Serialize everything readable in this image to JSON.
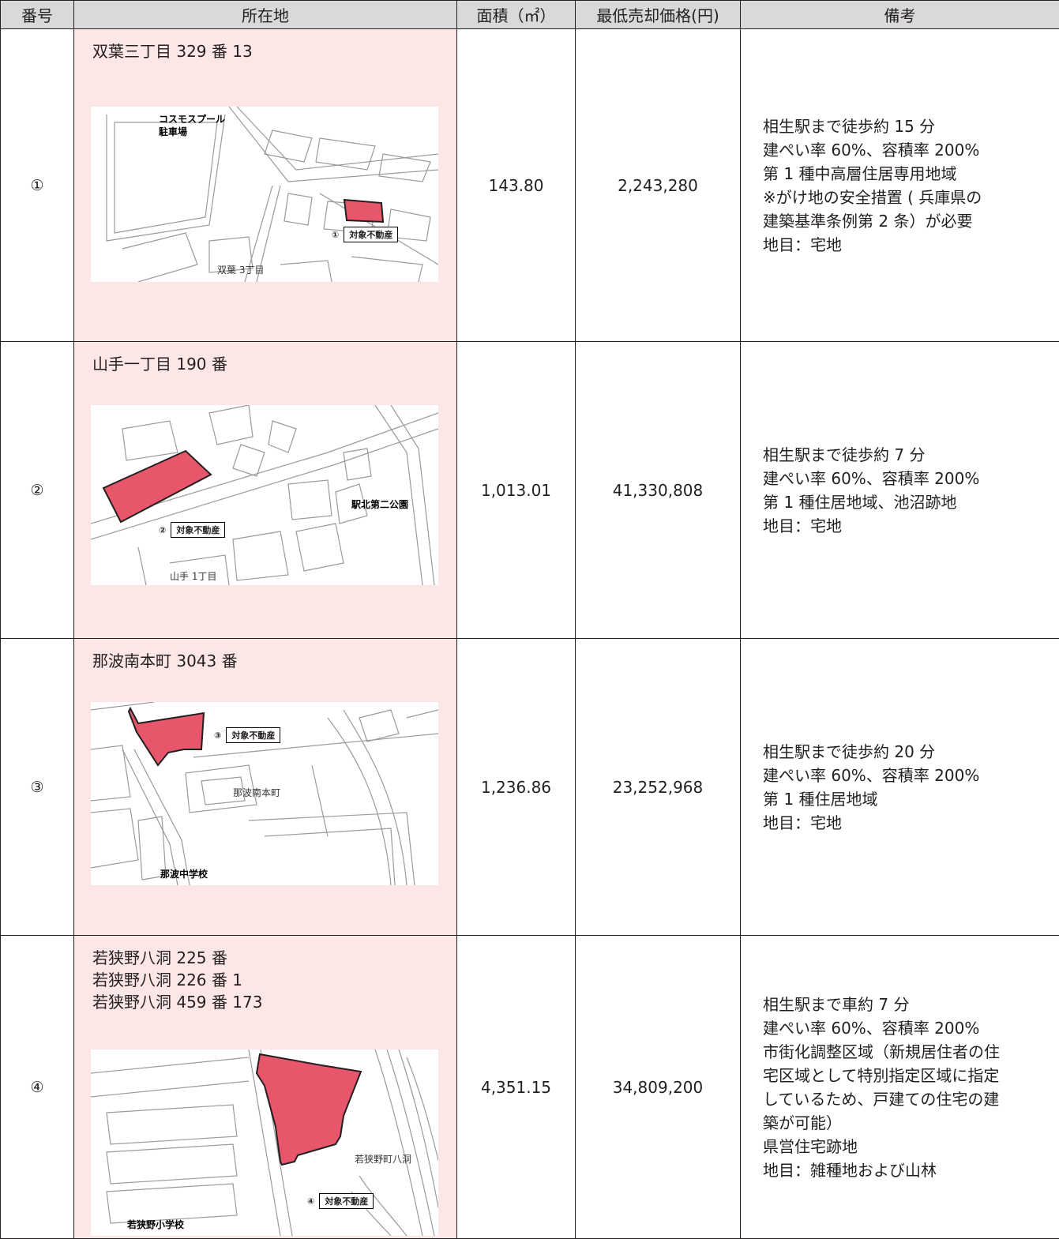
{
  "header": {
    "number": "番号",
    "location": "所在地",
    "area": "面積（㎡）",
    "price": "最低売却価格(円)",
    "remarks": "備考"
  },
  "rows": [
    {
      "number": "①",
      "address": [
        "双葉三丁目 329 番 13"
      ],
      "area": "143.80",
      "price": "2,243,280",
      "remarks": [
        "相生駅まで徒歩約 15 分",
        "建ぺい率 60%、容積率 200%",
        "第 1 種中高層住居専用地域",
        "※がけ地の安全措置 ( 兵庫県の",
        "建築基準条例第 2 条）が必要",
        "地目：宅地"
      ],
      "map": {
        "landmark": "コスモスプール\n駐車場",
        "district": "双葉 3丁目",
        "tag_num": "①",
        "tag": "対象不動産"
      }
    },
    {
      "number": "②",
      "address": [
        "山手一丁目 190 番"
      ],
      "area": "1,013.01",
      "price": "41,330,808",
      "remarks": [
        "相生駅まで徒歩約 7 分",
        "建ぺい率 60%、容積率 200%",
        "第 1 種住居地域、池沼跡地",
        "地目：宅地"
      ],
      "map": {
        "landmark": "駅北第二公園",
        "district": "山手 1丁目",
        "tag_num": "②",
        "tag": "対象不動産"
      }
    },
    {
      "number": "③",
      "address": [
        "那波南本町 3043 番"
      ],
      "area": "1,236.86",
      "price": "23,252,968",
      "remarks": [
        "相生駅まで徒歩約 20 分",
        "建ぺい率 60%、容積率 200%",
        "第 1 種住居地域",
        "地目：宅地"
      ],
      "map": {
        "landmark": "那波中学校",
        "district": "那波南本町",
        "tag_num": "③",
        "tag": "対象不動産"
      }
    },
    {
      "number": "④",
      "address": [
        "若狭野八洞 225 番",
        "若狭野八洞 226 番 1",
        "若狭野八洞 459 番 173"
      ],
      "area": "4,351.15",
      "price": "34,809,200",
      "remarks": [
        "相生駅まで車約 7 分",
        "建ぺい率 60%、容積率 200%",
        "市街化調整区域（新規居住者の住",
        "宅区域として特別指定区域に指定",
        "しているため、戸建ての住宅の建",
        "築が可能）",
        "県営住宅跡地",
        "地目：雑種地および山林"
      ],
      "map": {
        "landmark": "若狭野小学校",
        "district": "若狭野町八洞",
        "tag_num": "④",
        "tag": "対象不動産"
      }
    }
  ],
  "colors": {
    "header_bg": "#d9d9da",
    "location_bg": "#fde6e6",
    "parcel_fill": "#e8566c"
  }
}
